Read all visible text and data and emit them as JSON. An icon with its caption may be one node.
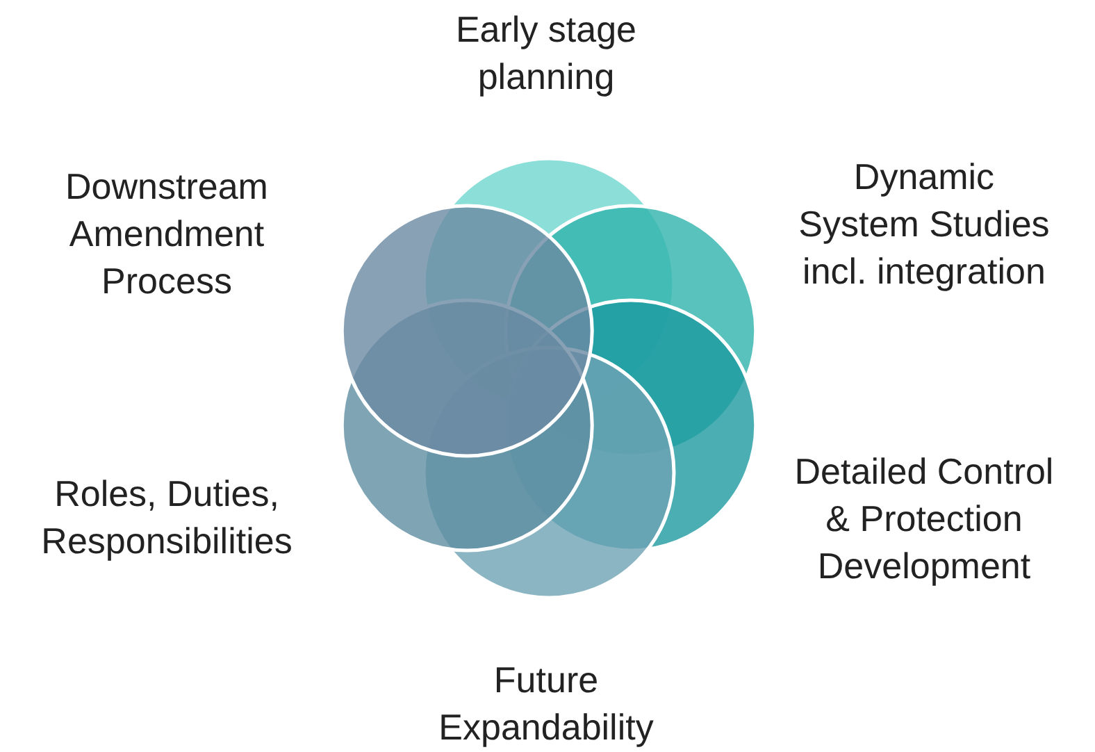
{
  "diagram": {
    "nodes": [
      {
        "text": [],
        "shape": "circle",
        "beside": [
          "Early stage planning"
        ]
      },
      {
        "text": [],
        "shape": "circle",
        "beside": [
          "Dynamic System Studies incl. integration"
        ]
      },
      {
        "text": [],
        "shape": "circle",
        "beside": [
          "Detailed Control & Protection Development"
        ]
      },
      {
        "text": [],
        "shape": "circle",
        "beside": [
          "Future Expandability"
        ]
      },
      {
        "text": [],
        "shape": "circle",
        "beside": [
          "Roles, Duties, Responsibilities"
        ]
      },
      {
        "text": [],
        "shape": "circle",
        "beside": [
          "Downstream Amendment Process"
        ]
      }
    ]
  }
}
